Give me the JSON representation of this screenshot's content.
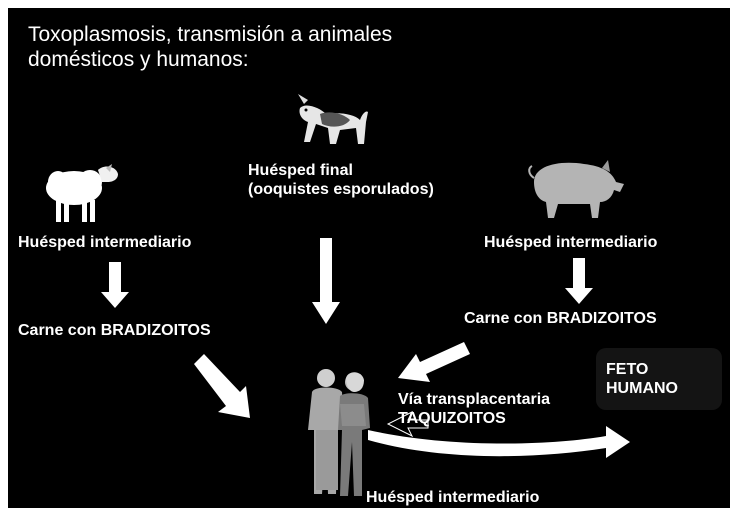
{
  "title": {
    "line1": "Toxoplasmosis, transmisión a animales",
    "line2": "domésticos y humanos:"
  },
  "final_host": {
    "line1": "Huésped final",
    "line2": "(ooquistes esporulados)",
    "icon": "cat-icon"
  },
  "left_host": {
    "label": "Huésped intermediario",
    "meat": "Carne con BRADIZOITOS",
    "icon": "sheep-icon"
  },
  "right_host": {
    "label": "Huésped intermediario",
    "meat": "Carne con BRADIZOITOS",
    "icon": "pig-icon"
  },
  "human_host": {
    "label": "Huésped intermediario",
    "icon": "human-couple-icon"
  },
  "transplacental": {
    "line1": "Vía transplacentaria",
    "line2": "TAQUIZOITOS"
  },
  "fetus": {
    "line1": "FETO",
    "line2": "HUMANO"
  },
  "colors": {
    "background": "#000000",
    "text": "#ffffff",
    "arrow": "#ffffff"
  }
}
